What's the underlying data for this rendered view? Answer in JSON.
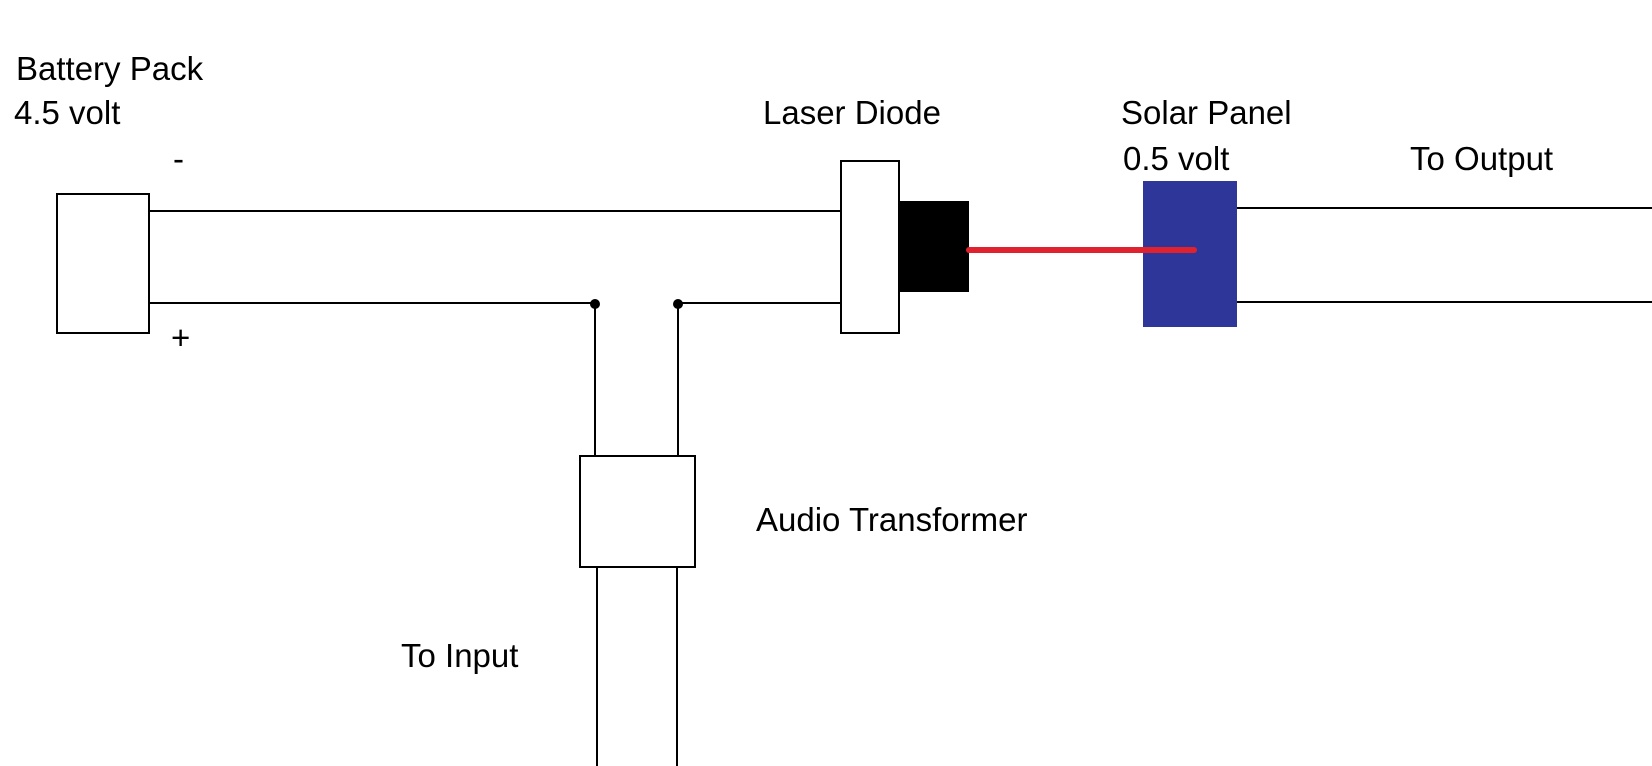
{
  "labels": {
    "battery_title": "Battery Pack",
    "battery_voltage": "4.5 volt",
    "battery_minus": "-",
    "battery_plus": "+",
    "laser_title": "Laser Diode",
    "solar_title": "Solar Panel",
    "solar_voltage": "0.5 volt",
    "output": "To Output",
    "transformer": "Audio Transformer",
    "input": "To Input"
  },
  "colors": {
    "wire": "#000000",
    "laser_body": "#000000",
    "laser_beam": "#e0222e",
    "solar_panel": "#2e3799",
    "component_fill": "#ffffff"
  }
}
